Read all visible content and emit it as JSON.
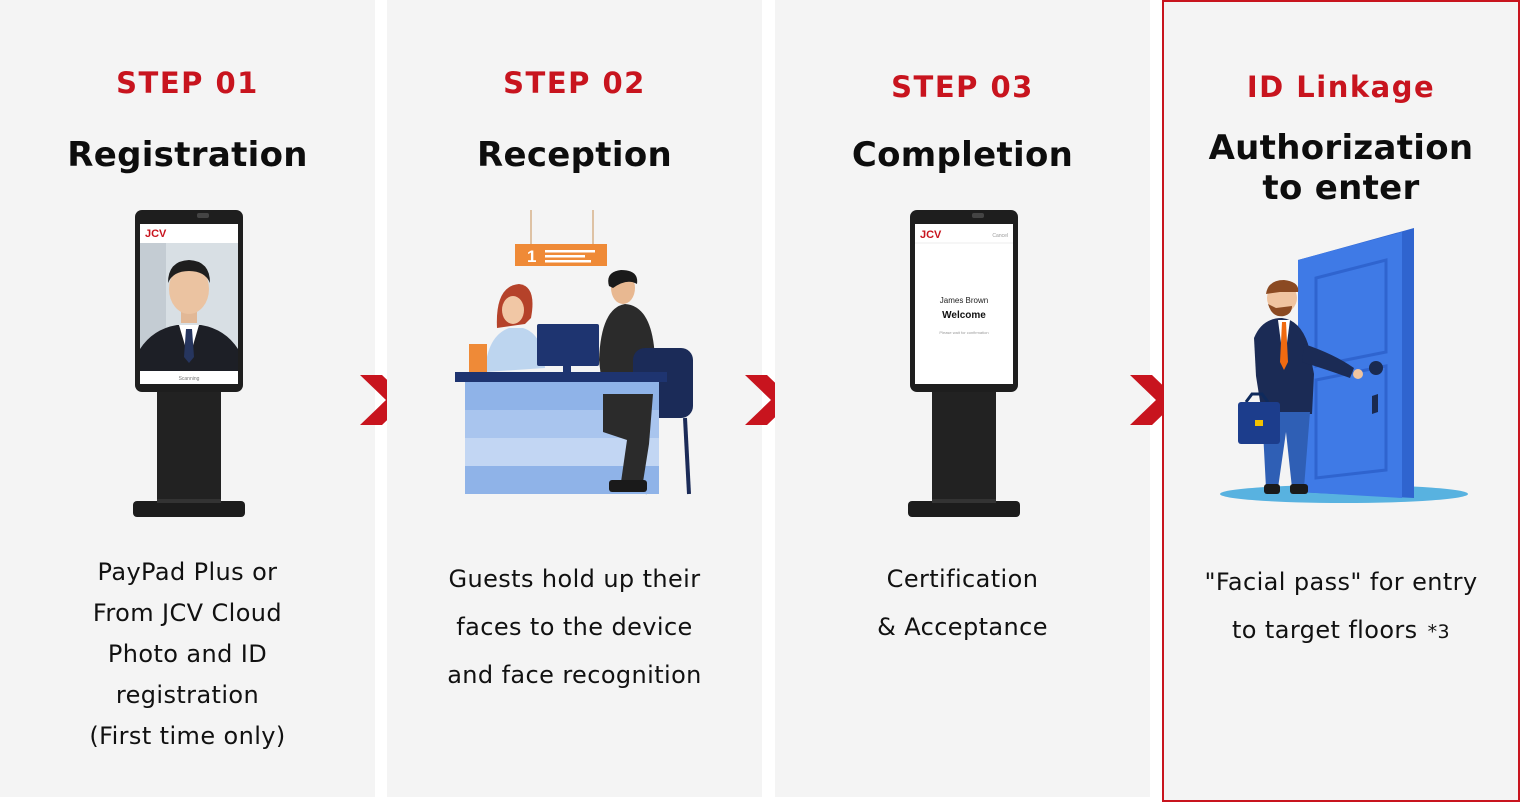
{
  "steps": [
    {
      "step_label": "STEP 01",
      "title": "Registration",
      "description_lines": [
        "PayPad Plus or",
        "From JCV Cloud",
        "Photo and ID",
        "registration",
        "(First time only)"
      ]
    },
    {
      "step_label": "STEP 02",
      "title": "Reception",
      "description_lines": [
        "Guests hold up their",
        "faces to the device",
        "and face recognition"
      ]
    },
    {
      "step_label": "STEP 03",
      "title": "Completion",
      "description_lines": [
        "Certification",
        "&  Acceptance"
      ]
    },
    {
      "step_label": "ID Linkage",
      "title_lines": [
        "Authorization",
        "to enter"
      ],
      "description_lines": [
        "\"Facial pass\" for entry",
        "to target floors"
      ],
      "footnote": "*3"
    }
  ],
  "kiosk1": {
    "logo": "JCV",
    "status": "Scanning"
  },
  "kiosk3": {
    "logo": "JCV",
    "cancel": "Cancel",
    "name": "James Brown",
    "welcome": "Welcome",
    "sub": "Please wait for confirmation"
  },
  "reception_sign": "1",
  "colors": {
    "accent": "#c8141e",
    "panel": "#f4f4f4",
    "door": "#3f7ae6"
  },
  "icons": [
    "chevron-right-icon",
    "kiosk-icon",
    "reception-desk-icon",
    "door-icon"
  ]
}
